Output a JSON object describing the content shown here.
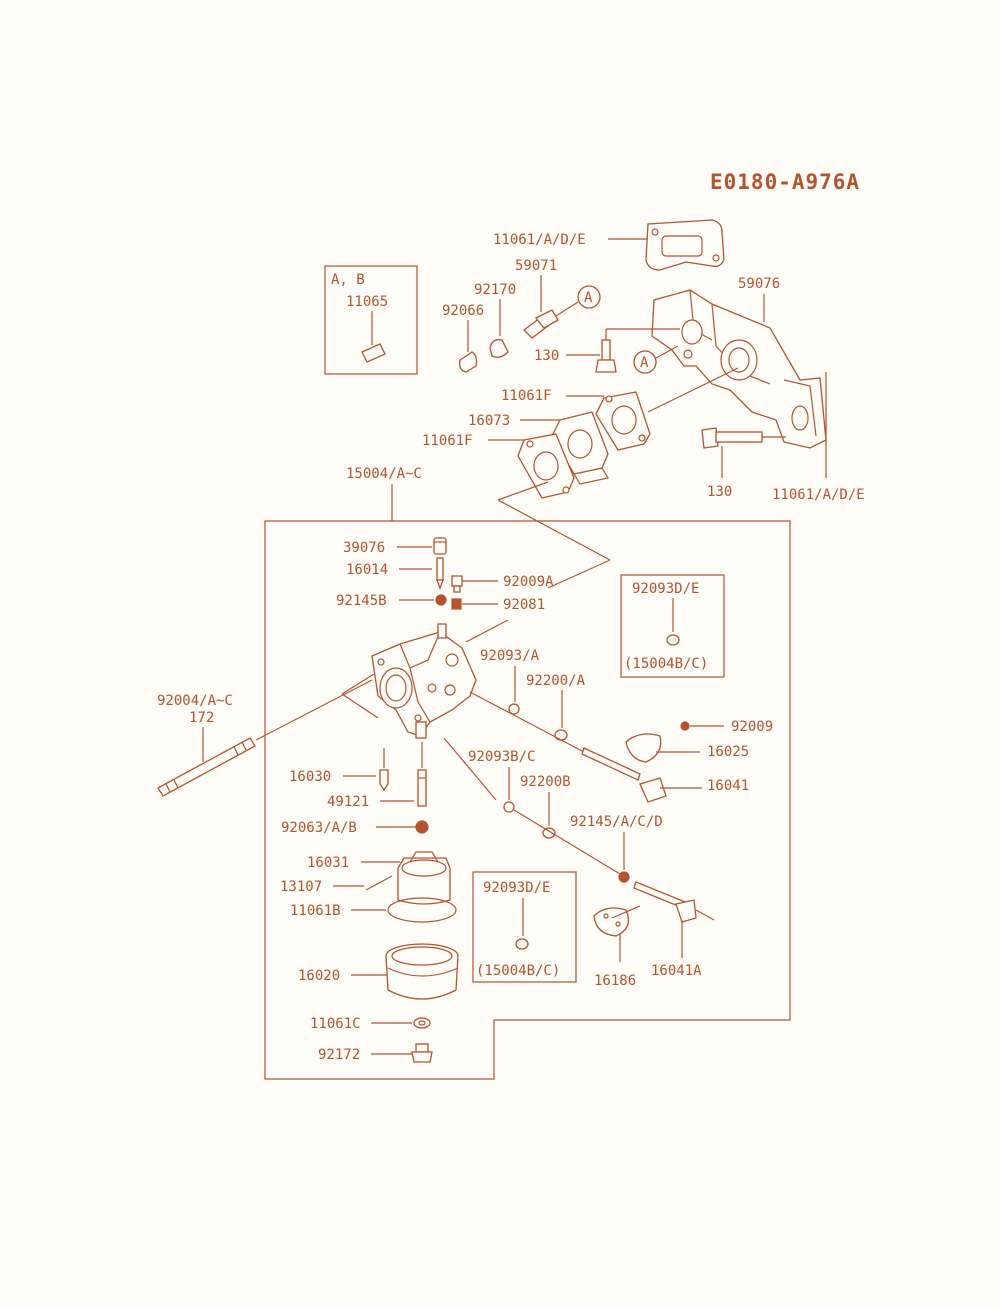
{
  "diagram_id": "E0180-A976A",
  "colors": {
    "line": "#b5532e",
    "background": "#fffdf8"
  },
  "boxes": {
    "ab_box": {
      "header": "A, B",
      "part": "11065"
    },
    "box_92093_top": {
      "part": "92093D/E",
      "note": "(15004B/C)"
    },
    "box_92093_bottom": {
      "part": "92093D/E",
      "note": "(15004B/C)"
    }
  },
  "callouts": {
    "a1": "A",
    "a2": "A"
  },
  "labels": {
    "p11061_ade_top": "11061/A/D/E",
    "p59071": "59071",
    "p92170": "92170",
    "p92066": "92066",
    "p59076": "59076",
    "p130_top": "130",
    "p11061F_top": "11061F",
    "p16073": "16073",
    "p11061F_bottom": "11061F",
    "p130_right": "130",
    "p11061_ade_bottom": "11061/A/D/E",
    "p15004": "15004/A~C",
    "p39076": "39076",
    "p16014": "16014",
    "p92009A": "92009A",
    "p92145B": "92145B",
    "p92081": "92081",
    "p92093A": "92093/A",
    "p92200A": "92200/A",
    "p92004": "92004/A~C",
    "p172": "172",
    "p92009": "92009",
    "p16025": "16025",
    "p16041": "16041",
    "p16030": "16030",
    "p92093BC": "92093B/C",
    "p92200B": "92200B",
    "p49121": "49121",
    "p92063": "92063/A/B",
    "p92145ACD": "92145/A/C/D",
    "p16031": "16031",
    "p13107": "13107",
    "p11061B": "11061B",
    "p16020": "16020",
    "p16186": "16186",
    "p16041A": "16041A",
    "p11061C": "11061C",
    "p92172": "92172"
  }
}
